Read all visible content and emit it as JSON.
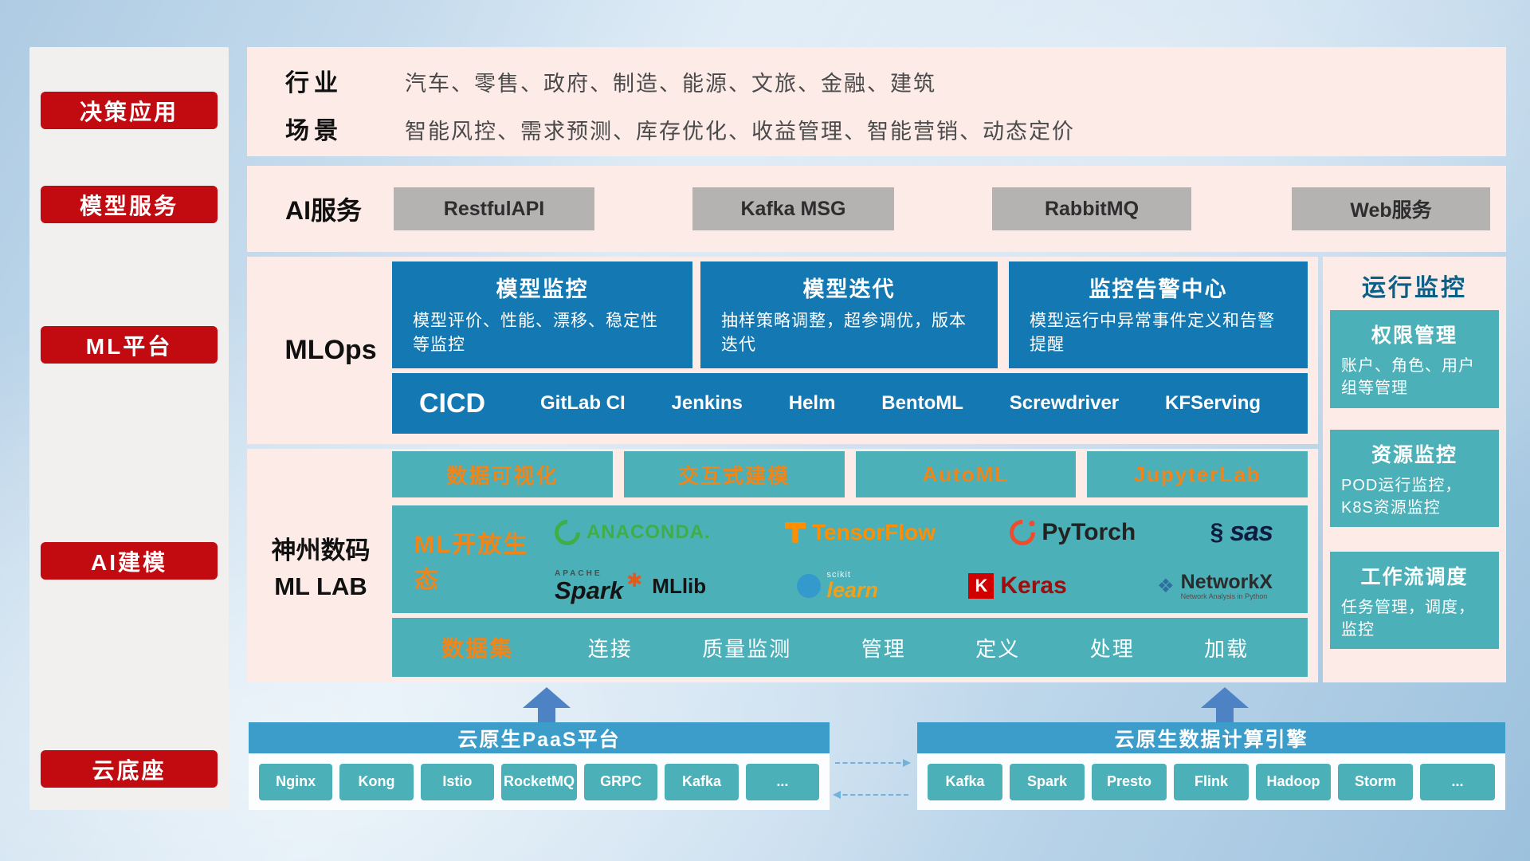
{
  "sidebar": {
    "items": [
      "决策应用",
      "模型服务",
      "ML平台",
      "AI建模",
      "云底座"
    ]
  },
  "decision_app": {
    "rows": [
      {
        "label": "行业",
        "text": "汽车、零售、政府、制造、能源、文旅、金融、建筑"
      },
      {
        "label": "场景",
        "text": "智能风控、需求预测、库存优化、收益管理、智能营销、动态定价"
      }
    ]
  },
  "ai_service": {
    "label": "AI服务",
    "items": [
      "RestfulAPI",
      "Kafka MSG",
      "RabbitMQ",
      "Web服务"
    ]
  },
  "mlops": {
    "label": "MLOps",
    "cards": [
      {
        "title": "模型监控",
        "desc": "模型评价、性能、漂移、稳定性等监控"
      },
      {
        "title": "模型迭代",
        "desc": "抽样策略调整，超参调优，版本迭代"
      },
      {
        "title": "监控告警中心",
        "desc": "模型运行中异常事件定义和告警提醒"
      }
    ],
    "cicd_label": "CICD",
    "cicd_items": [
      "GitLab CI",
      "Jenkins",
      "Helm",
      "BentoML",
      "Screwdriver",
      "KFServing"
    ]
  },
  "ml_lab": {
    "label_line1": "神州数码",
    "label_line2": "ML LAB",
    "tools": [
      "数据可视化",
      "交互式建模",
      "AutoML",
      "JupyterLab"
    ],
    "ecosystem_label": "ML开放生态",
    "logos": {
      "anaconda": "ANACONDA.",
      "tensorflow": "TensorFlow",
      "pytorch": "PyTorch",
      "sas": "sas",
      "spark_tag": "APACHE",
      "spark": "Spark",
      "mllib": "MLlib",
      "scikit_tag": "scikit",
      "scikit": "learn",
      "keras_k": "K",
      "keras": "Keras",
      "networkx": "NetworkX",
      "networkx_caption": "Network Analysis in Python"
    },
    "dataset_label": "数据集",
    "dataset_items": [
      "连接",
      "质量监测",
      "管理",
      "定义",
      "处理",
      "加载"
    ]
  },
  "monitoring": {
    "title": "运行监控",
    "cards": [
      {
        "title": "权限管理",
        "desc": "账户、角色、用户组等管理"
      },
      {
        "title": "资源监控",
        "desc": "POD运行监控，K8S资源监控"
      },
      {
        "title": "工作流调度",
        "desc": "任务管理，调度，监控"
      }
    ]
  },
  "cloud": {
    "paas_title": "云原生PaaS平台",
    "paas_items": [
      "Nginx",
      "Kong",
      "Istio",
      "RocketMQ",
      "GRPC",
      "Kafka",
      "..."
    ],
    "engine_title": "云原生数据计算引擎",
    "engine_items": [
      "Kafka",
      "Spark",
      "Presto",
      "Flink",
      "Hadoop",
      "Storm",
      "..."
    ]
  },
  "colors": {
    "red": "#c20b10",
    "deep_blue": "#1478b2",
    "teal": "#4bb0b8",
    "orange": "#f08519",
    "panel_pink": "#fcebe7",
    "bar_blue": "#3d9dca"
  }
}
